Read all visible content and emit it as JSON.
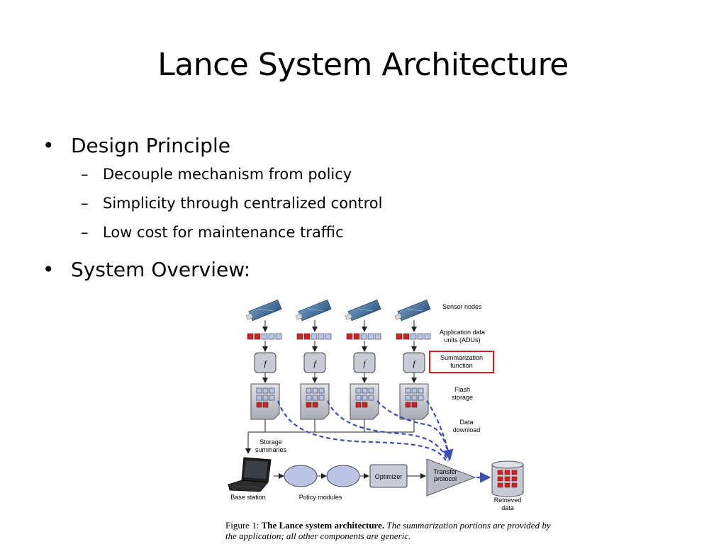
{
  "title": "Lance System Architecture",
  "bullets": [
    {
      "text": "Design Principle",
      "subs": [
        "Decouple mechanism from policy",
        "Simplicity through centralized control",
        "Low cost for maintenance traffic"
      ]
    },
    {
      "text": "System Overview:"
    }
  ],
  "bullet_glyph": "•",
  "sub_glyph": "–",
  "diagram": {
    "labels": {
      "sensor_nodes": "Sensor nodes",
      "adus_1": "Application data",
      "adus_2": "units (ADUs)",
      "summ_1": "Summarization",
      "summ_2": "function",
      "flash_1": "Flash",
      "flash_2": "storage",
      "dl_1": "Data",
      "dl_2": "download",
      "ss_1": "Storage",
      "ss_2": "summaries",
      "base_station": "Base station",
      "policy_modules": "Policy modules",
      "optimizer": "Optimizer",
      "tp_1": "Transfer",
      "tp_2": "protocol",
      "rd_1": "Retrieved",
      "rd_2": "data",
      "f": "f"
    },
    "colors": {
      "accent_red": "#cc2222",
      "adu_blue": "#b8c4e8",
      "dash_blue": "#3b4fb0",
      "box_gray": "#c8cbd6",
      "ellipse_fill": "#bcc4e6"
    }
  },
  "caption": {
    "prefix": "Figure 1: ",
    "bold": "The Lance system architecture.",
    "italic": " The summarization portions are provided by the application; all other components are generic."
  }
}
